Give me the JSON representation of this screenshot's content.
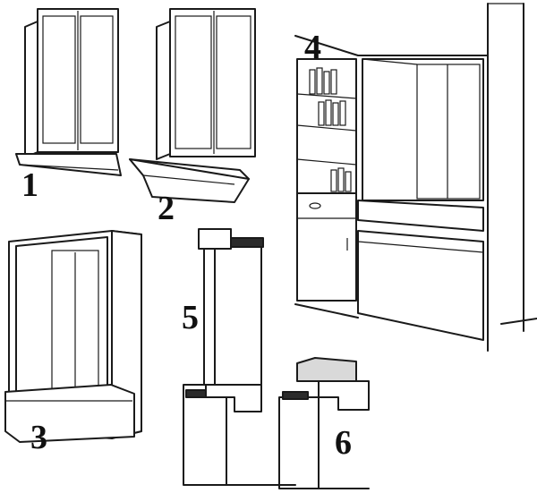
{
  "panels": [
    {
      "id": "1",
      "label": "1"
    },
    {
      "id": "2",
      "label": "2"
    },
    {
      "id": "3",
      "label": "3"
    },
    {
      "id": "4",
      "label": "4"
    },
    {
      "id": "5",
      "label": "5"
    },
    {
      "id": "6",
      "label": "6"
    }
  ],
  "colors": {
    "ink": "#1a1a1a",
    "paper": "#ffffff",
    "masonry": "#d9d9d9"
  }
}
